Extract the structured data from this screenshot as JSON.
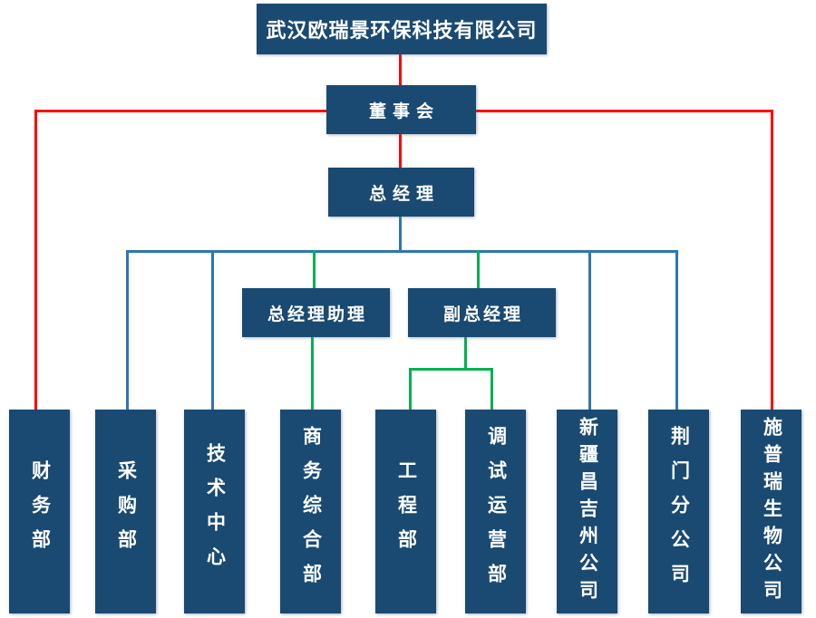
{
  "colors": {
    "node_fill": "#1A4A71",
    "node_text": "#FFFFFF",
    "line_red": "#FF0000",
    "line_blue": "#2E75B6",
    "line_green": "#00B050",
    "background": "#FFFFFF"
  },
  "org_chart": {
    "company_title": "武汉欧瑞景环保科技有限公司",
    "board": {
      "label": "董事会"
    },
    "general_manager": {
      "label": "总经理"
    },
    "gm_assistant": {
      "label": "总经理助理"
    },
    "deputy_gm": {
      "label": "副总经理"
    },
    "departments": [
      {
        "label": "财务部"
      },
      {
        "label": "采购部"
      },
      {
        "label": "技术中心"
      },
      {
        "label": "商务综合部"
      },
      {
        "label": "工程部"
      },
      {
        "label": "调试运营部"
      },
      {
        "label": "新疆昌吉州公司"
      },
      {
        "label": "荆门分公司"
      },
      {
        "label": "施普瑞生物公司"
      }
    ]
  }
}
